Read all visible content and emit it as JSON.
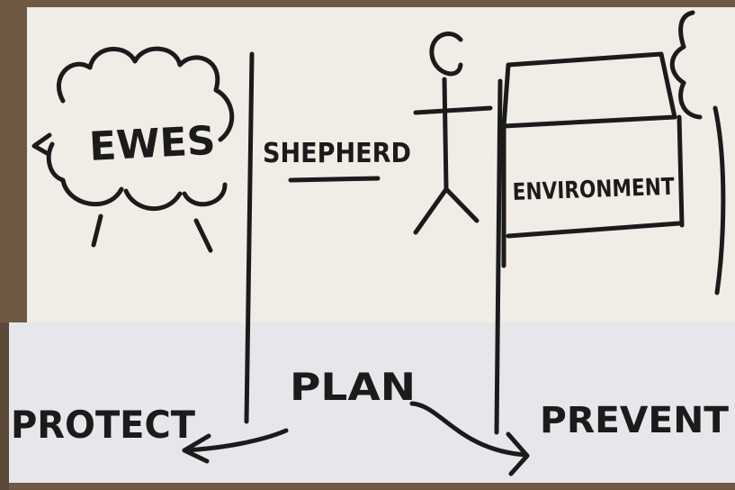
{
  "sketch": {
    "section_ewes": "EWES",
    "section_shepherd": "SHEPHERD",
    "section_environment": "ENVIRONMENT",
    "action_protect": "PROTECT",
    "action_plan": "PLAN",
    "action_prevent": "PREVENT"
  },
  "colors": {
    "paper_top": "#f1ece6",
    "paper_bottom": "#e8e8ea",
    "ink": "#1b1b1b",
    "background": "#6e5a44"
  }
}
